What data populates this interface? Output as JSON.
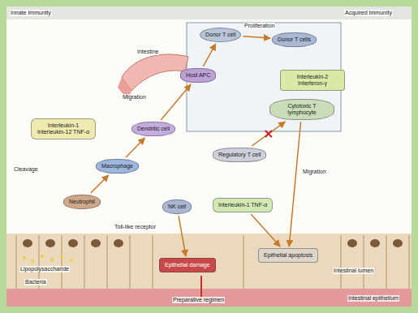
{
  "diagram": {
    "nodes": [
      {
        "text": [
          "Donor T cell"
        ]
      },
      {
        "text": [
          "Host APC"
        ]
      },
      {
        "text": [
          "Donor T cells"
        ]
      },
      {
        "text": [
          "Interleukin-2 Interferon-γ"
        ]
      },
      {
        "text": [
          "Cytotoxic T lymphocyte"
        ]
      },
      {
        "text": [
          "Interleukin-1 Interleukin-12 TNF-α"
        ]
      },
      {
        "text": [
          "Dendritic cell"
        ]
      },
      {
        "text": [
          "Regulatory T cell"
        ]
      },
      {
        "text": [
          "Macrophage"
        ]
      },
      {
        "text": [
          "Neutrophil"
        ]
      },
      {
        "text": [
          "NK cell"
        ]
      },
      {
        "text": [
          "Interleukin-1 TNF-α"
        ]
      },
      {
        "text": [
          "Epithelial damage"
        ]
      },
      {
        "text": [
          "Epithelial apoptosis"
        ]
      }
    ],
    "edges": [
      {
        "from": 1,
        "to": 0,
        "arrow": "to"
      },
      {
        "from": 0,
        "to": 2,
        "arrow": "to"
      },
      {
        "from": 6,
        "to": 1,
        "arrow": "to"
      },
      {
        "from": 7,
        "to": 4,
        "arrow": "to"
      },
      {
        "from": 4,
        "to": 13,
        "arrow": "to"
      },
      {
        "from": 11,
        "to": 13,
        "arrow": "to"
      },
      {
        "from": 10,
        "to": 12,
        "arrow": "to"
      },
      {
        "from": 8,
        "to": 6,
        "arrow": "to"
      },
      {
        "from": 9,
        "to": 8,
        "arrow": "to"
      }
    ],
    "labels": [
      "Innate Immunity",
      "Acquired Immunity",
      "Proliferation",
      "Migration",
      "Migration",
      "Intestine",
      "Preparative regimen",
      "Lipopolysaccharide",
      "Bacteria",
      "Intestinal lumen",
      "Intestinal epithelium",
      "Toll-like receptor",
      "Cleavage"
    ]
  }
}
